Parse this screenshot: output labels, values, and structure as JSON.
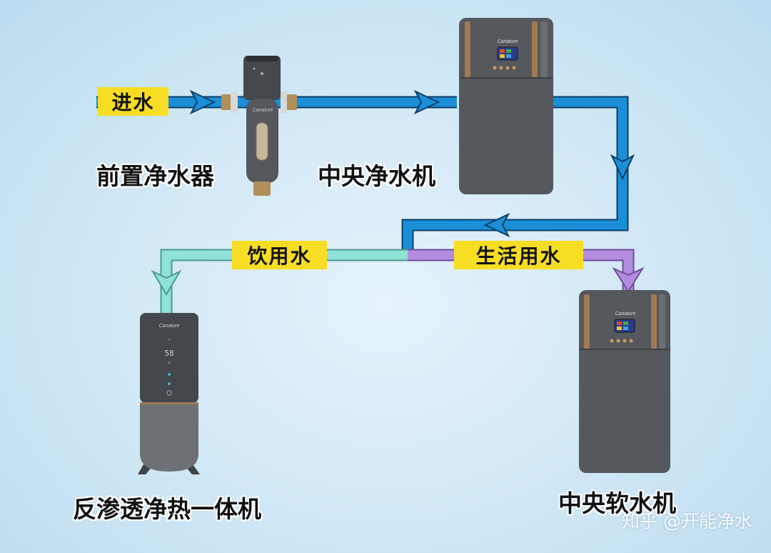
{
  "labels": {
    "inlet": "进水",
    "drinking": "饮用水",
    "domestic": "生活用水"
  },
  "devices": {
    "prefilter": {
      "name": "前置净水器",
      "brand": "Canature"
    },
    "central_purifier": {
      "name": "中央净水机",
      "brand": "Canature"
    },
    "ro_unit": {
      "name": "反渗透净热一体机",
      "brand": "Canature",
      "display": "58"
    },
    "softener": {
      "name": "中央软水机",
      "brand": "Canature"
    }
  },
  "watermark": "知乎 @开能净水",
  "colors": {
    "main_pipe": "#1a8fd8",
    "drinking_pipe": "#8fe2d6",
    "domestic_pipe": "#b38ce0",
    "label_bg": "#f7dd24",
    "device_body": "#55585c",
    "device_trim": "#a27a52"
  }
}
